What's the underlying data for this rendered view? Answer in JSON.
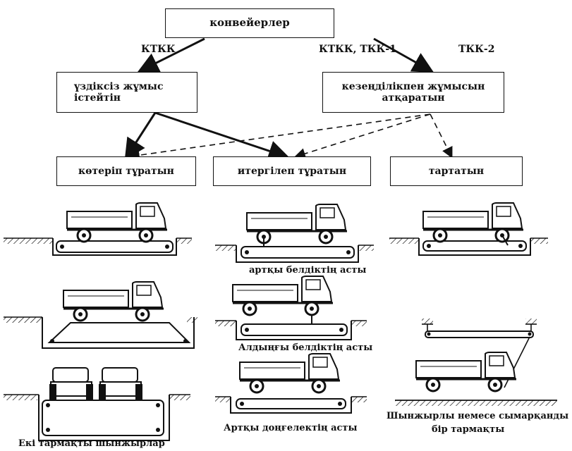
{
  "nodes": {
    "root": "конвейерлер",
    "continuous": "үздіксіз жұмыс\nістейтін",
    "periodic": "кезеңділікпен жұмысын\nатқаратын",
    "lifting": "көтеріп тұратын",
    "pushing": "итергілеп тұратын",
    "pulling": "тартатын"
  },
  "edge_labels": {
    "left": "КТКК",
    "middle": "КТКК, ТКК-1",
    "right": "ТКК-2"
  },
  "captions": {
    "push_rear_belt": "артқы белдіктің асты",
    "push_front_belt": "Алдыңғы белдіктің асты",
    "push_rear_wheel": "Артқы доңғелектің асты",
    "lift_two_branch": "Екі тармақты шынжырлар",
    "pull_chain_line1": "Шынжырлы немесе сымарқанды",
    "pull_chain_line2": "бір тармақты"
  }
}
